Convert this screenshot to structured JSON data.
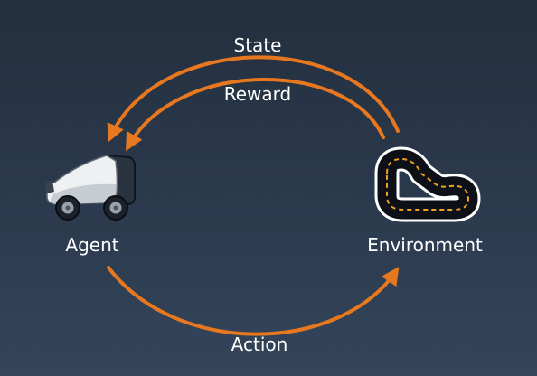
{
  "cycle": {
    "state_label": "State",
    "reward_label": "Reward",
    "action_label": "Action"
  },
  "nodes": {
    "agent_label": "Agent",
    "environment_label": "Environment"
  },
  "colors": {
    "arrow": "#e8781f",
    "background_top": "#232f3e",
    "background_bottom": "#34455b",
    "text": "#ffffff"
  },
  "icons": {
    "agent": "race-car-icon",
    "environment": "race-track-icon"
  }
}
